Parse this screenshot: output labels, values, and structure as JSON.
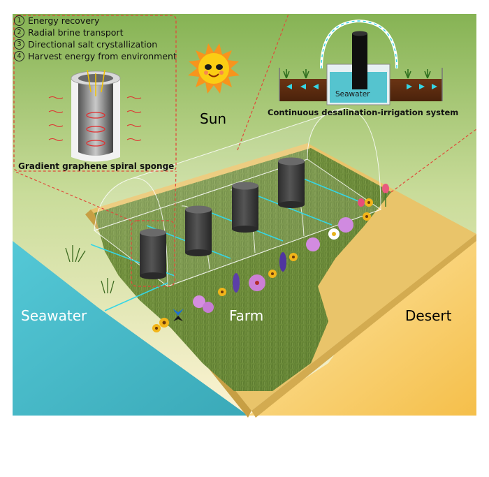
{
  "inset_sponge": {
    "steps": [
      {
        "num": "1",
        "text": "Energy recovery"
      },
      {
        "num": "2",
        "text": "Radial brine transport"
      },
      {
        "num": "3",
        "text": "Directional salt crystallization"
      },
      {
        "num": "4",
        "text": "Harvest energy from environment"
      }
    ],
    "caption": "Gradient graphene spiral sponge"
  },
  "inset_system": {
    "tank_label": "Seawater",
    "caption": "Continuous desalination-irrigation system"
  },
  "scene_labels": {
    "sun": "Sun",
    "seawater": "Seawater",
    "farm": "Farm",
    "desert": "Desert"
  },
  "colors": {
    "sky_top": "#86b354",
    "sky_bottom": "#fdf3d3",
    "seawater": "#4cc3d2",
    "desert": "#f6c65a",
    "sand_platform": "#e9c46a",
    "grass": "#6f8f3a",
    "cylinder": "#3c3c3c",
    "callout_line": "#e04a3a",
    "water_flow": "#35d6e6"
  }
}
